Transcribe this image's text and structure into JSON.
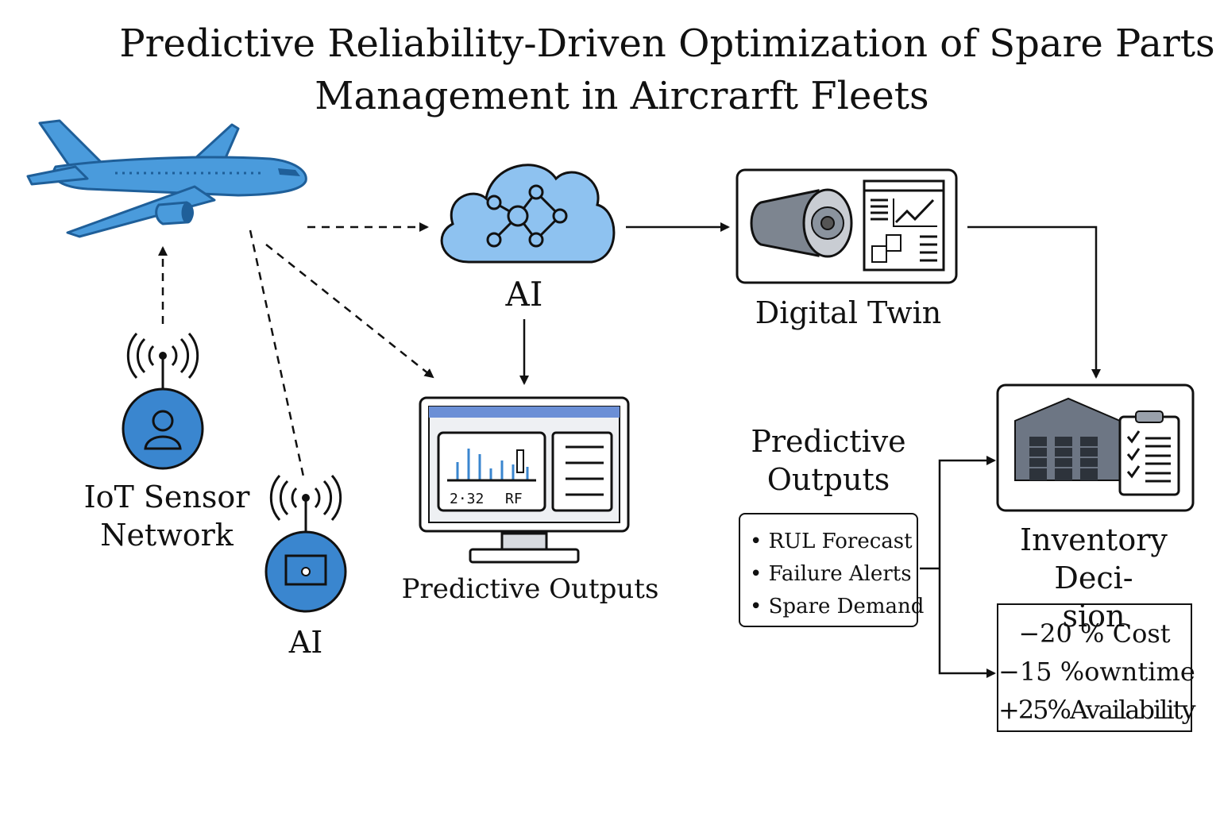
{
  "title": {
    "line1": "Predictive Reliability-Driven Optimization of Spare Parts",
    "line2": "Management in Aircrarft Fleets"
  },
  "nodes": {
    "iot": {
      "label_line1": "IoT Sensor",
      "label_line2": "Network"
    },
    "ai_device": {
      "label": "AI"
    },
    "ai_cloud": {
      "label": "AI"
    },
    "monitor": {
      "label": "Predictive Outputs",
      "chart_text_left": "2·32",
      "chart_text_right": "RF"
    },
    "digital_twin": {
      "label": "Digital Twin"
    },
    "outputs": {
      "heading_line1": "Predictive",
      "heading_line2": "Outputs",
      "items": [
        "RUL Forecast",
        "Failure Alerts",
        "Spare Demand"
      ]
    },
    "inventory": {
      "label_line1": "Inventory Deci-",
      "label_line2": "sion"
    },
    "kpis": [
      "−20 % Cost",
      "−15 %owntime",
      "+25%Availability"
    ]
  },
  "colors": {
    "airplane": "#4a9bdc",
    "airplane_dark": "#1f5f99",
    "sensor_circle": "#3a86cf",
    "cloud": "#8ec2f0",
    "screen_bar": "#6b8fd6",
    "warehouse": "#6d7684",
    "line": "#111111"
  }
}
